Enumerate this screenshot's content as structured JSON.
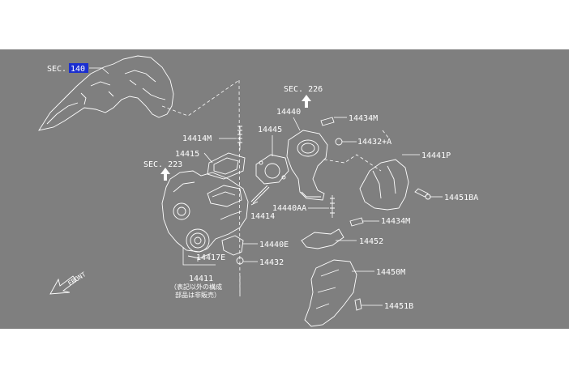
{
  "diagram": {
    "sec_140": {
      "prefix": "SEC.",
      "number": "140"
    },
    "sec_226": "SEC. 226",
    "sec_223": "SEC. 223",
    "front": "FRONT",
    "parts": {
      "p14440": "14440",
      "p14434M_top": "14434M",
      "p14445": "14445",
      "p14432A": "14432+A",
      "p14414M": "14414M",
      "p14415": "14415",
      "p14441P": "14441P",
      "p14451BA": "14451BA",
      "p14440AA": "14440AA",
      "p14414": "14414",
      "p14434M_mid": "14434M",
      "p14452": "14452",
      "p14440E": "14440E",
      "p14417E": "14417E",
      "p14432": "14432",
      "p14450M": "14450M",
      "p14411": "14411",
      "p14451B": "14451B"
    },
    "note_line1": "（表記以外の構成",
    "note_line2": "部品は非販売）"
  }
}
